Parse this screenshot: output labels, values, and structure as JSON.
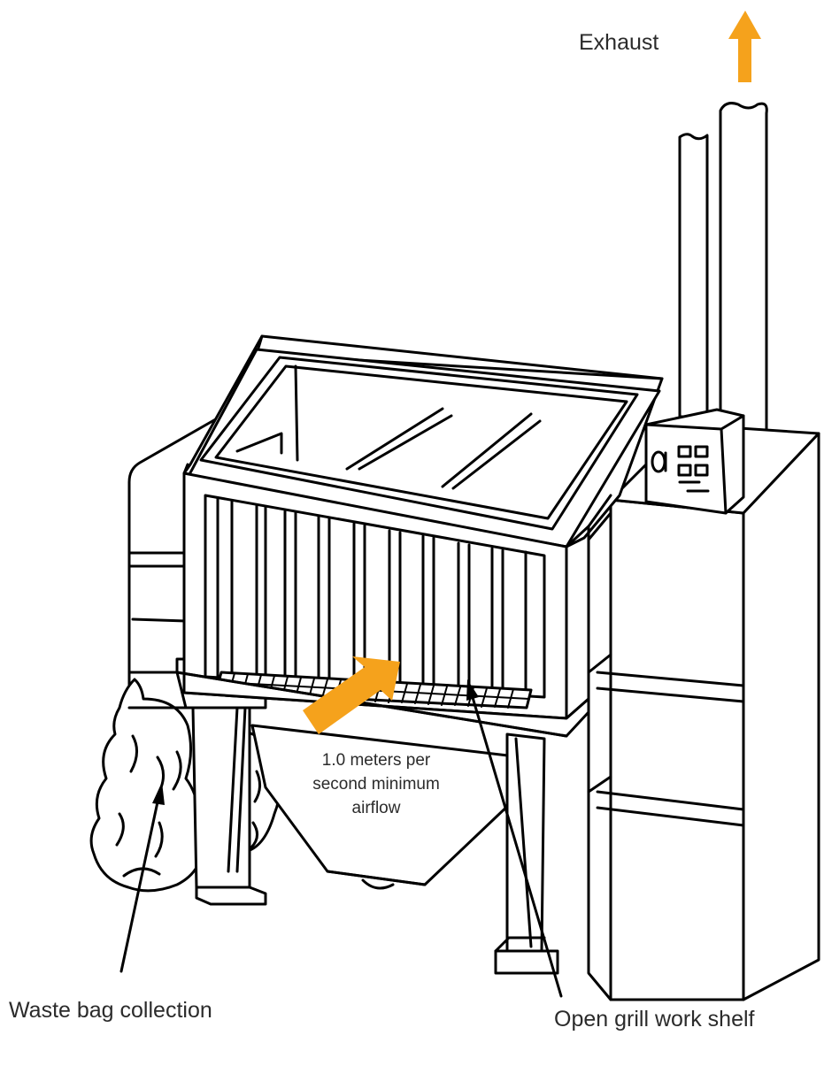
{
  "labels": {
    "exhaust": "Exhaust",
    "airflow_line1": "1.0 meters per",
    "airflow_line2": "second minimum",
    "airflow_line3": "airflow",
    "waste_bag": "Waste bag collection",
    "grill_shelf": "Open grill work shelf"
  },
  "colors": {
    "arrow": "#f5a21c",
    "line": "#000000",
    "text": "#2b2b2b"
  },
  "icons": {
    "exhaust_arrow": "arrow-up-icon",
    "airflow_arrow": "arrow-diagonal-icon"
  }
}
